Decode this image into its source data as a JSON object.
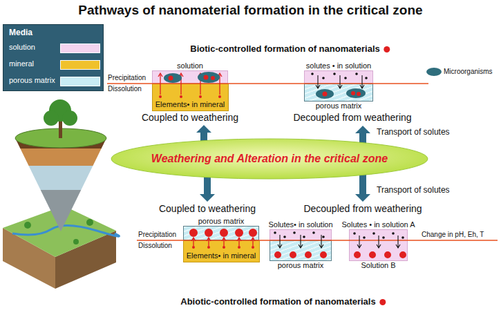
{
  "diagram": {
    "title": "Pathways of nanomaterial formation in the critical zone",
    "nodes": [
      {
        "text": [
          "solution"
        ]
      },
      {
        "text": [
          "Elements• in mineral"
        ]
      },
      {
        "text": [
          "solutes • in solution"
        ]
      },
      {
        "text": [
          "porous matrix"
        ]
      },
      {
        "text": [
          "Weathering and Alteration in the critical zone"
        ]
      },
      {
        "text": [
          "porous matrix"
        ]
      },
      {
        "text": [
          "Elements• in mineral"
        ]
      },
      {
        "text": [
          "Solutes• in solution"
        ]
      },
      {
        "text": [
          "porous matrix"
        ]
      },
      {
        "text": [
          "Solutes • in solution A",
          "Solution B"
        ]
      }
    ],
    "labels": [
      "Media",
      "Biotic-controlled formation of nanomaterials",
      "Microorganisms",
      "Precipitation",
      "Dissolution",
      "Coupled to weathering",
      "Decoupled from weathering",
      "Transport of solutes",
      "Transport of solutes",
      "Coupled to weathering",
      "Decoupled from weathering",
      "Precipitation",
      "Dissolution",
      "Change in pH, Eh, T",
      "Abiotic-controlled formation of nanomaterials"
    ],
    "legend": [
      {
        "text": "solution",
        "color": "#f3d4ef"
      },
      {
        "text": "mineral",
        "color": "#f0c12c"
      },
      {
        "text": "porous matrix",
        "color": "#c8ecf4"
      }
    ]
  }
}
